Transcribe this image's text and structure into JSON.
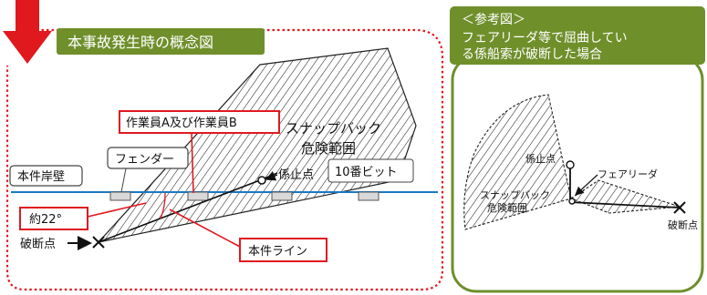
{
  "main_panel": {
    "title": "本事故発生時の概念図",
    "labels": {
      "quay": "本件岸壁",
      "fender": "フェンダー",
      "workers": "作業員A及び作業員B",
      "zone_line1": "スナップバック",
      "zone_line2": "危険範囲",
      "mooring_point": "係止点",
      "bitt": "10番ビット",
      "angle": "約22°",
      "break_point": "破断点",
      "line": "本件ライン"
    }
  },
  "ref_panel": {
    "title_line1": "＜参考図＞",
    "title_line2": "フェアリーダ等で屈曲してい",
    "title_line3": "る係船索が破断した場合",
    "labels": {
      "mooring_point": "係止点",
      "fairlead": "フェアリーダ",
      "zone_line1": "スナップバック",
      "zone_line2": "危険範囲",
      "break_point": "破断点"
    }
  },
  "colors": {
    "main_border": "#e0191f",
    "callout_border": "#e0191f",
    "ref_border": "#6f8f2b",
    "title_bg": "#6f8f2b",
    "quay_line": "#1a78c2",
    "arrow": "#e0191f"
  }
}
